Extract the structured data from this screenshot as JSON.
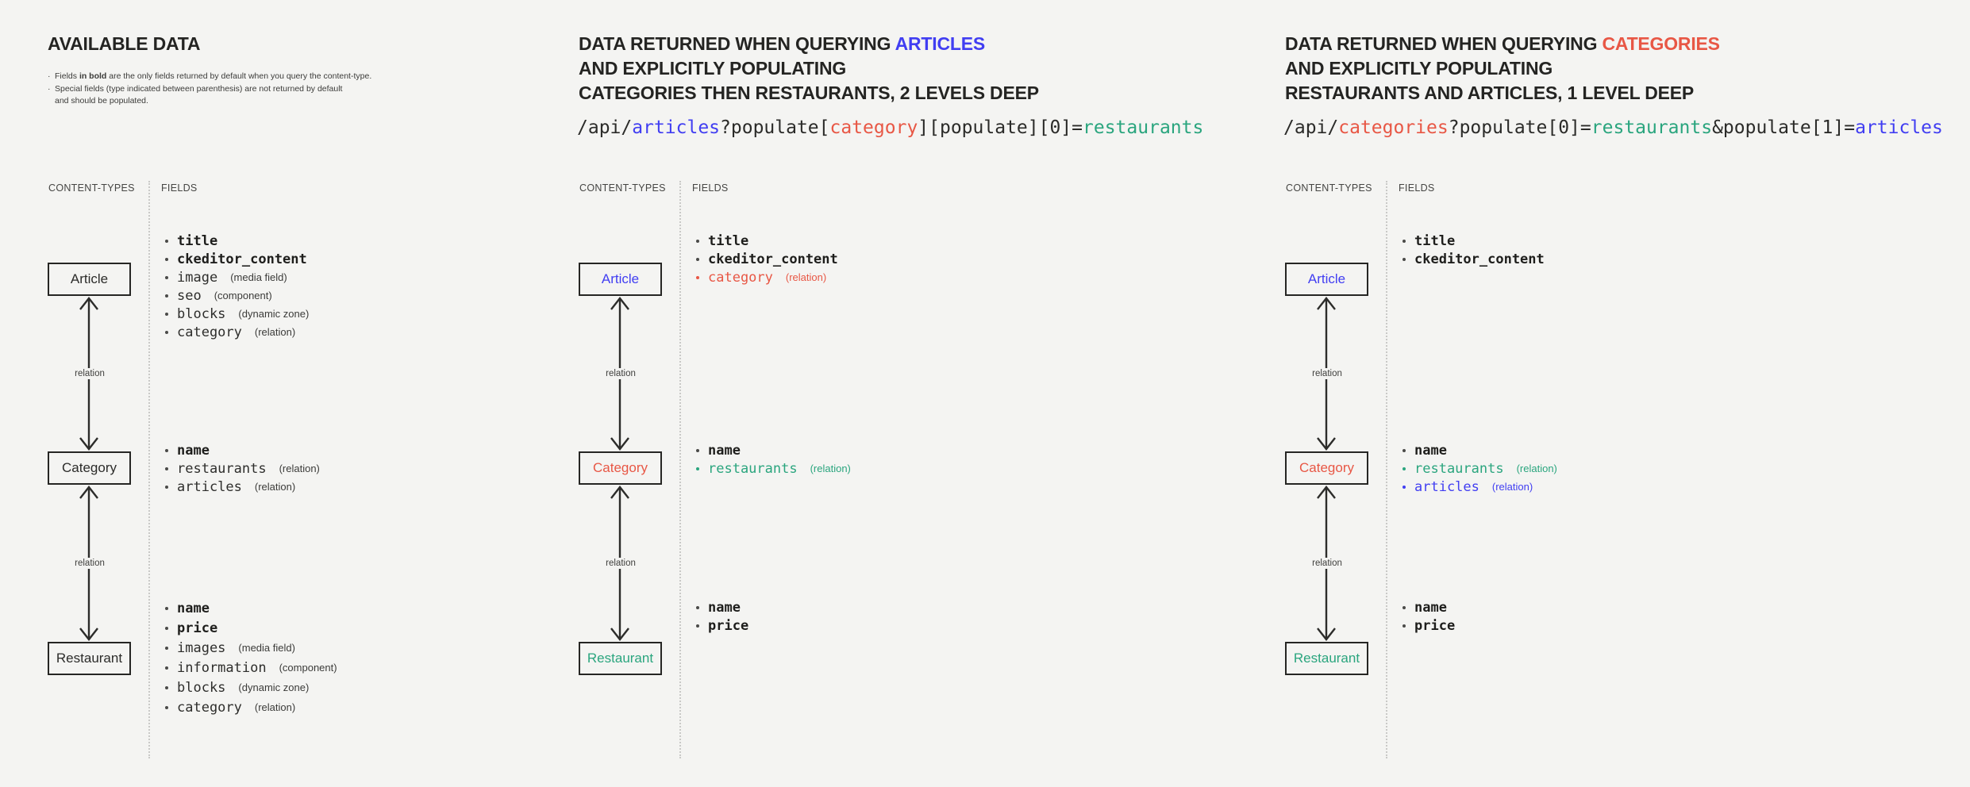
{
  "colors": {
    "blue": "#413ef2",
    "red": "#e85745",
    "teal": "#2aa57e",
    "dark": "#2c2c2a",
    "background": "#f4f4f2"
  },
  "columns": [
    {
      "id": "available-data",
      "title_lines": [
        [
          {
            "t": "AVAILABLE DATA"
          }
        ]
      ],
      "notes": [
        {
          "bullet": true,
          "parts": [
            {
              "t": "Fields "
            },
            {
              "t": "in bold",
              "b": true
            },
            {
              "t": " are the only fields returned by default when you query the content-type."
            }
          ]
        },
        {
          "bullet": true,
          "parts": [
            {
              "t": "Special fields (type indicated between parenthesis) are not returned by default"
            }
          ]
        },
        {
          "bullet": false,
          "parts": [
            {
              "t": "and should be populated."
            }
          ]
        }
      ],
      "headers": {
        "content_types": "CONTENT-TYPES",
        "fields": "FIELDS"
      },
      "relation_label": "relation",
      "nodes": [
        {
          "label": "Article"
        },
        {
          "label": "Category"
        },
        {
          "label": "Restaurant"
        }
      ],
      "fields": {
        "article": [
          {
            "name": "title",
            "bold": true
          },
          {
            "name": "ckeditor_content",
            "bold": true
          },
          {
            "name": "image",
            "type": "(media field)"
          },
          {
            "name": "seo",
            "type": "(component)"
          },
          {
            "name": "blocks",
            "type": "(dynamic zone)"
          },
          {
            "name": "category",
            "type": "(relation)"
          }
        ],
        "category": [
          {
            "name": "name",
            "bold": true
          },
          {
            "name": "restaurants",
            "type": "(relation)"
          },
          {
            "name": "articles",
            "type": "(relation)"
          }
        ],
        "restaurant": [
          {
            "name": "name",
            "bold": true
          },
          {
            "name": "price",
            "bold": true
          },
          {
            "name": "images",
            "type": "(media field)"
          },
          {
            "name": "information",
            "type": "(component)"
          },
          {
            "name": "blocks",
            "type": "(dynamic zone)"
          },
          {
            "name": "category",
            "type": "(relation)"
          }
        ]
      }
    },
    {
      "id": "query-articles",
      "title_lines": [
        [
          {
            "t": "DATA RETURNED WHEN QUERYING "
          },
          {
            "t": "ARTICLES",
            "c": "blue"
          }
        ],
        [
          {
            "t": "AND EXPLICITLY POPULATING"
          }
        ],
        [
          {
            "t": "CATEGORIES THEN RESTAURANTS, 2 LEVELS DEEP"
          }
        ]
      ],
      "code": [
        {
          "t": "/api/"
        },
        {
          "t": "articles",
          "c": "blue"
        },
        {
          "t": "?populate["
        },
        {
          "t": "category",
          "c": "red"
        },
        {
          "t": "][populate][0]="
        },
        {
          "t": "restaurants",
          "c": "teal"
        }
      ],
      "headers": {
        "content_types": "CONTENT-TYPES",
        "fields": "FIELDS"
      },
      "relation_label": "relation",
      "nodes": [
        {
          "label": "Article",
          "color": "blue"
        },
        {
          "label": "Category",
          "color": "red"
        },
        {
          "label": "Restaurant",
          "color": "teal"
        }
      ],
      "fields": {
        "article": [
          {
            "name": "title",
            "bold": true
          },
          {
            "name": "ckeditor_content",
            "bold": true
          },
          {
            "name": "category",
            "type": "(relation)",
            "color": "red"
          }
        ],
        "category": [
          {
            "name": "name",
            "bold": true
          },
          {
            "name": "restaurants",
            "type": "(relation)",
            "color": "teal"
          }
        ],
        "restaurant": [
          {
            "name": "name",
            "bold": true
          },
          {
            "name": "price",
            "bold": true
          }
        ]
      }
    },
    {
      "id": "query-categories",
      "title_lines": [
        [
          {
            "t": "DATA RETURNED WHEN QUERYING "
          },
          {
            "t": "CATEGORIES",
            "c": "red"
          }
        ],
        [
          {
            "t": "AND EXPLICITLY POPULATING"
          }
        ],
        [
          {
            "t": "RESTAURANTS AND ARTICLES, 1 LEVEL DEEP"
          }
        ]
      ],
      "code": [
        {
          "t": "/api/"
        },
        {
          "t": "categories",
          "c": "red"
        },
        {
          "t": "?populate[0]="
        },
        {
          "t": "restaurants",
          "c": "teal"
        },
        {
          "t": "&populate[1]="
        },
        {
          "t": "articles",
          "c": "blue"
        }
      ],
      "headers": {
        "content_types": "CONTENT-TYPES",
        "fields": "FIELDS"
      },
      "relation_label": "relation",
      "nodes": [
        {
          "label": "Article",
          "color": "blue"
        },
        {
          "label": "Category",
          "color": "red"
        },
        {
          "label": "Restaurant",
          "color": "teal"
        }
      ],
      "fields": {
        "article": [
          {
            "name": "title",
            "bold": true
          },
          {
            "name": "ckeditor_content",
            "bold": true
          }
        ],
        "category": [
          {
            "name": "name",
            "bold": true
          },
          {
            "name": "restaurants",
            "type": "(relation)",
            "color": "teal"
          },
          {
            "name": "articles",
            "type": "(relation)",
            "color": "blue"
          }
        ],
        "restaurant": [
          {
            "name": "name",
            "bold": true
          },
          {
            "name": "price",
            "bold": true
          }
        ]
      }
    }
  ]
}
